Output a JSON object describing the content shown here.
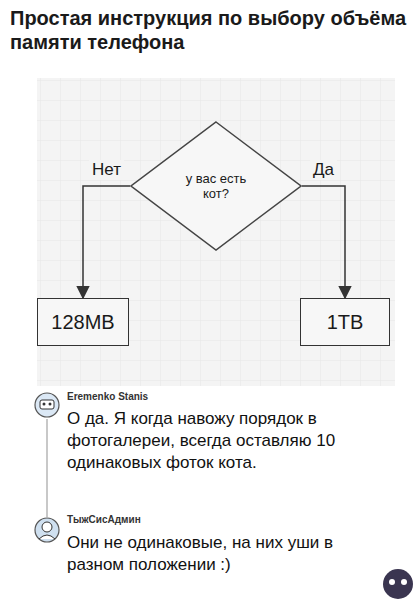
{
  "diagram": {
    "title": "Простая инструкция по выбору объёма памяти телефона",
    "nodes": [
      {
        "text": [
          "у вас есть кот?"
        ]
      },
      {
        "text": [
          "128MB"
        ]
      },
      {
        "text": [
          "1TB"
        ]
      }
    ],
    "edges": [
      {
        "from": 0,
        "to": 1,
        "arrow": "to",
        "label": "Нет"
      },
      {
        "from": 0,
        "to": 2,
        "arrow": "to",
        "label": "Да"
      }
    ],
    "labels": [
      "Eremenko Stanis",
      "О да. Я когда навожу порядок в фотогалереи, всегда оставляю 10 одинаковых фоток кота.",
      "ТыжСисАдмин",
      "Они не одинаковые, на них уши в разном положении :)"
    ]
  }
}
